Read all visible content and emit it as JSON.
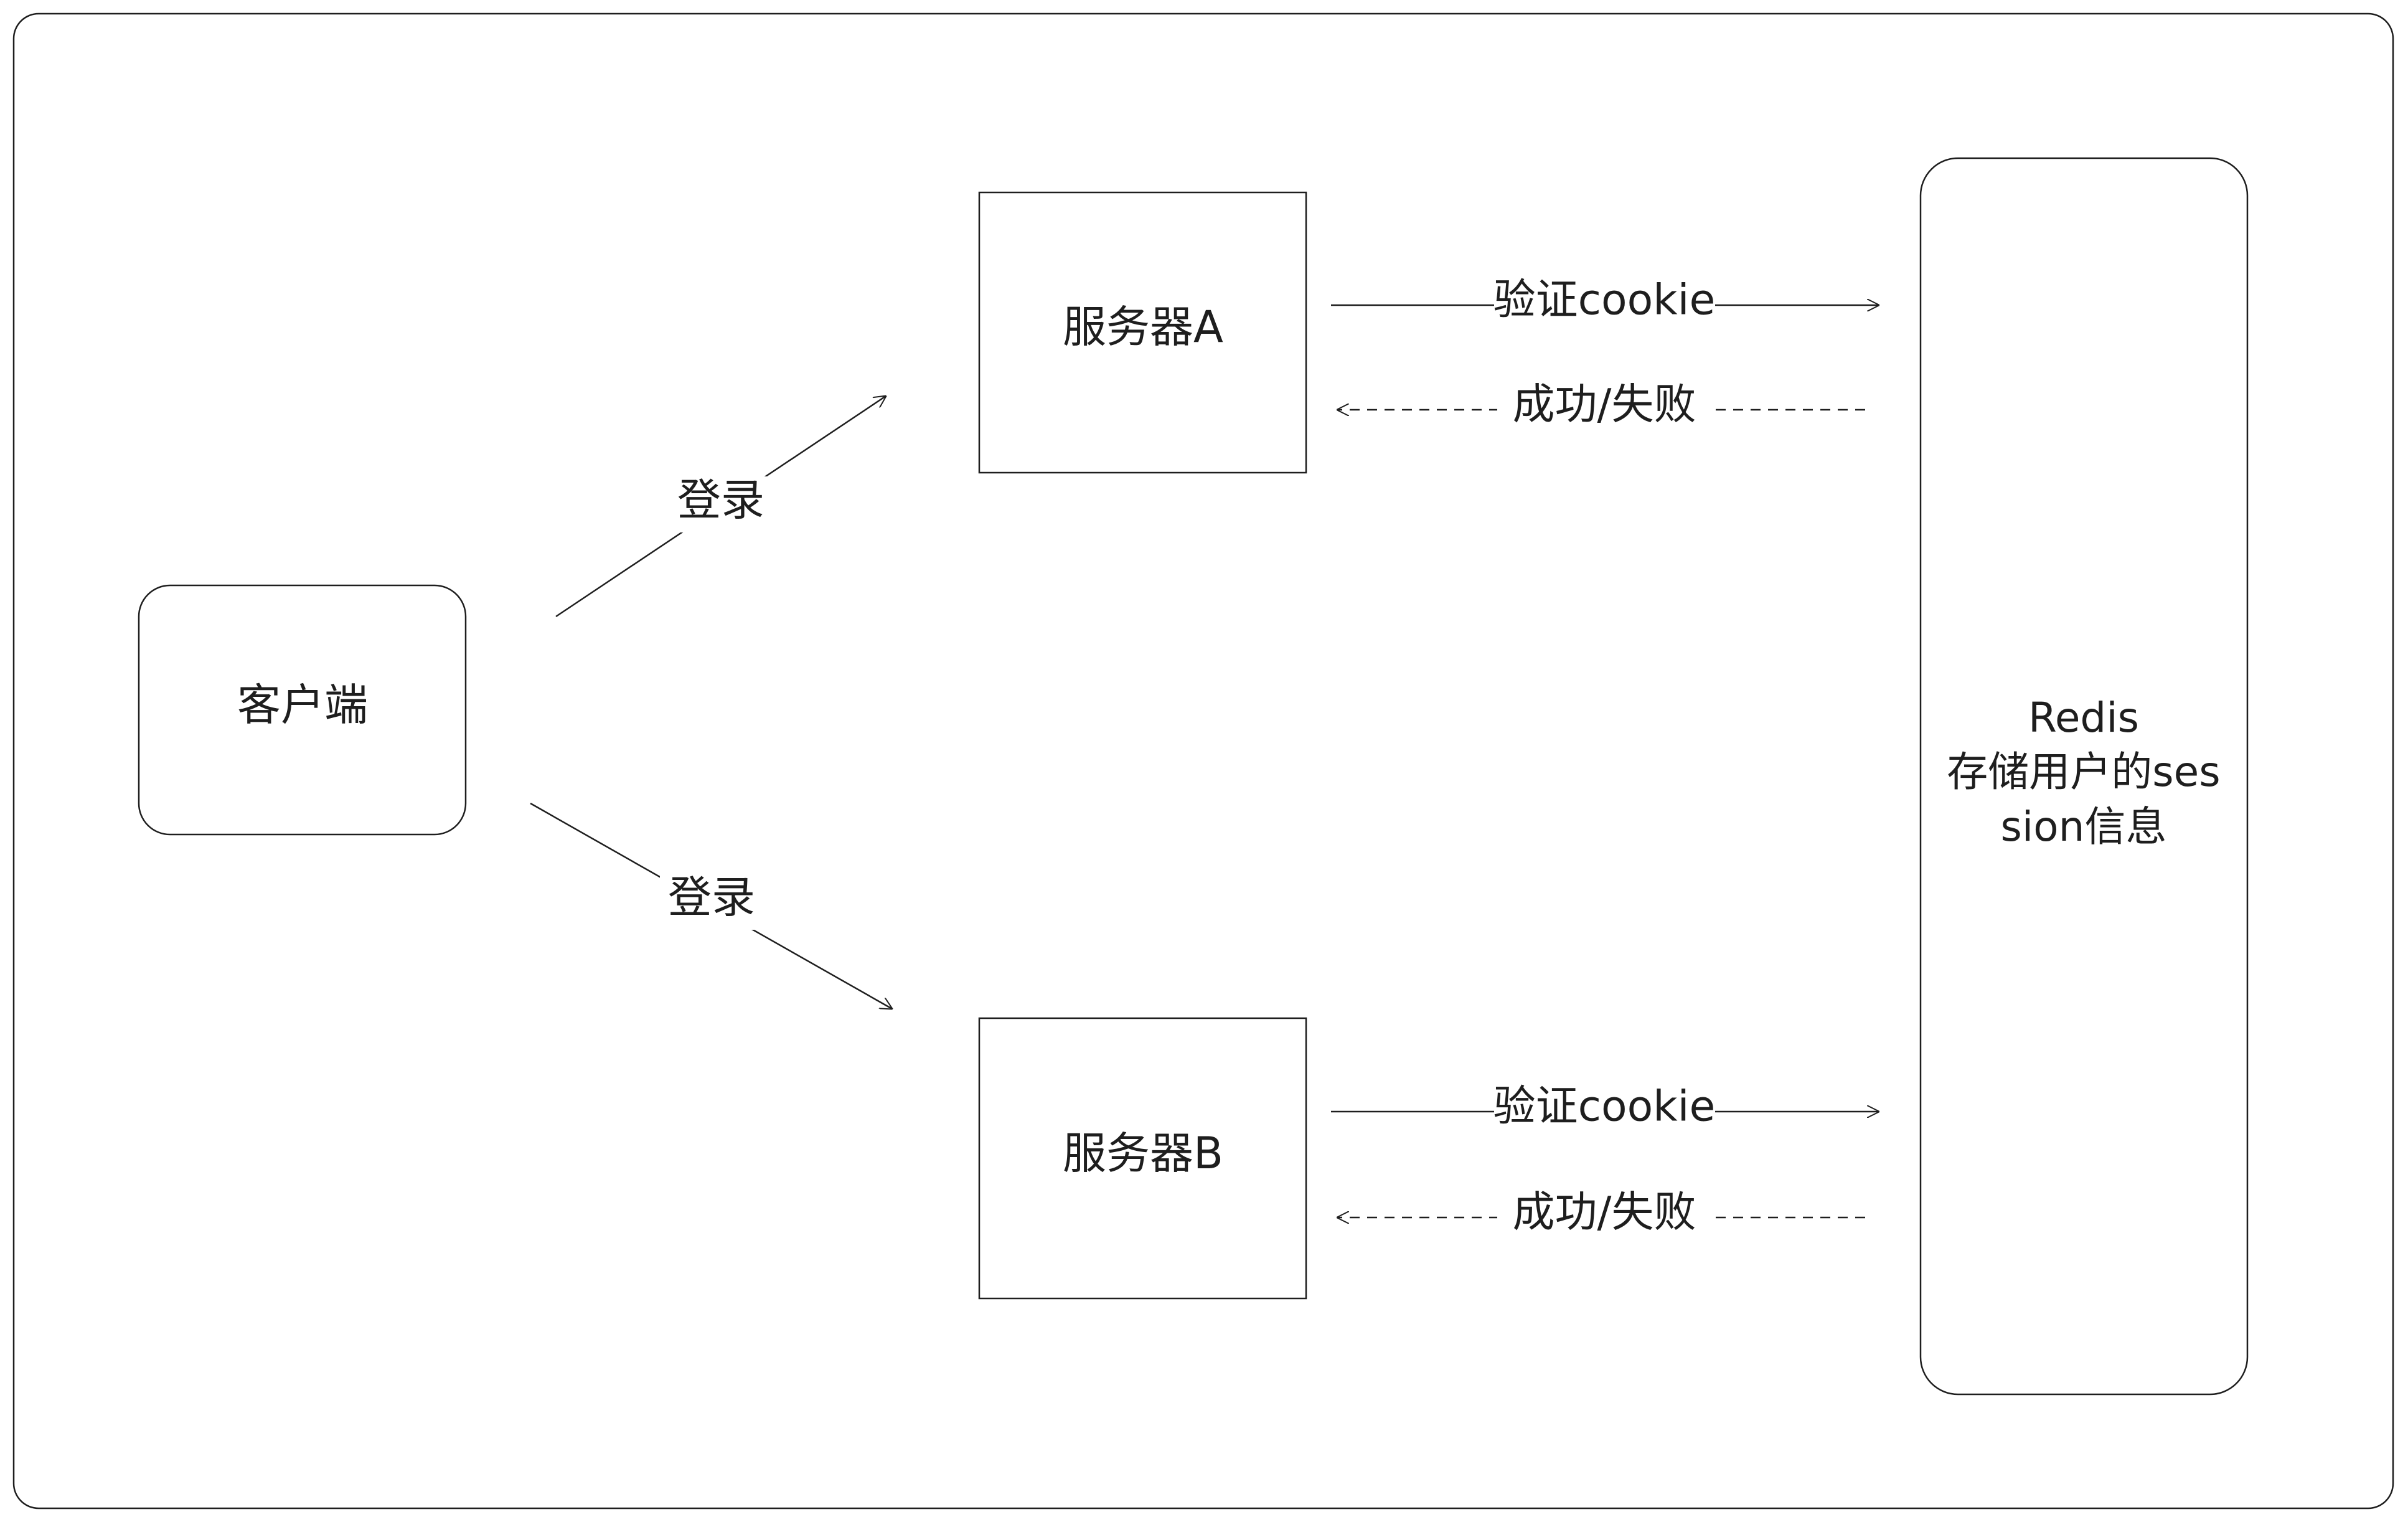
{
  "nodes": {
    "client": {
      "label": "客户端"
    },
    "server_a": {
      "label": "服务器A"
    },
    "server_b": {
      "label": "服务器B"
    },
    "redis": {
      "label_line1": "Redis",
      "label_line2": "存储用户的ses",
      "label_line3": "sion信息"
    }
  },
  "edges": {
    "login_a": {
      "label": "登录"
    },
    "login_b": {
      "label": "登录"
    },
    "verify_a": {
      "label": "验证cookie"
    },
    "result_a": {
      "label": "成功/失败"
    },
    "verify_b": {
      "label": "验证cookie"
    },
    "result_b": {
      "label": "成功/失败"
    }
  },
  "colors": {
    "stroke": "#1e1e1e",
    "background": "#ffffff"
  }
}
